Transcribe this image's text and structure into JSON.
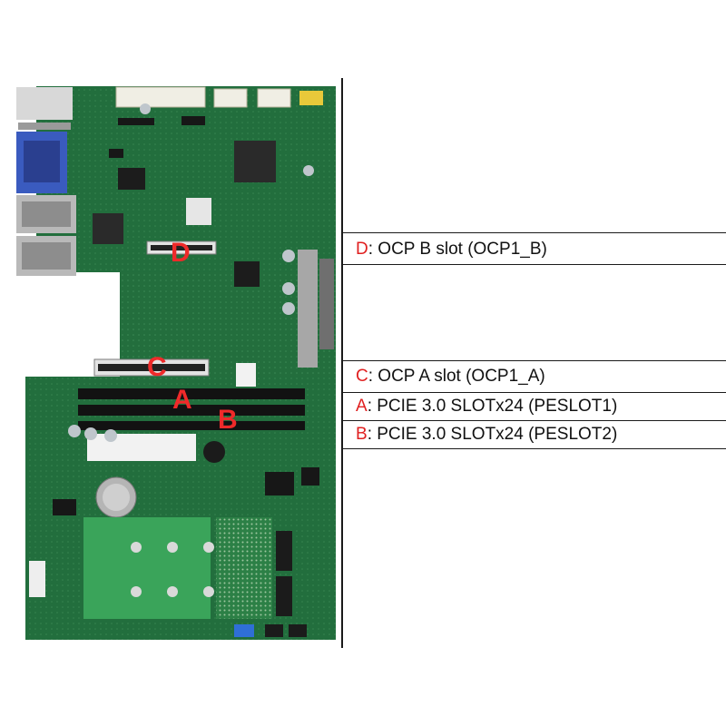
{
  "callouts": [
    {
      "key": "D",
      "text": ": OCP B slot (OCP1_B)"
    },
    {
      "key": "C",
      "text": ": OCP A slot (OCP1_A)"
    },
    {
      "key": "A",
      "text": ": PCIE 3.0 SLOTx24 (PESLOT1)"
    },
    {
      "key": "B",
      "text": ": PCIE 3.0 SLOTx24 (PESLOT2)"
    }
  ],
  "markers": {
    "D": "D",
    "C": "C",
    "A": "A",
    "B": "B"
  },
  "colors": {
    "pcb": "#1f6b3a",
    "pcb_dark": "#17502c",
    "slot": "#111111",
    "marker": "#ef2a2a",
    "key": "#e02020"
  }
}
